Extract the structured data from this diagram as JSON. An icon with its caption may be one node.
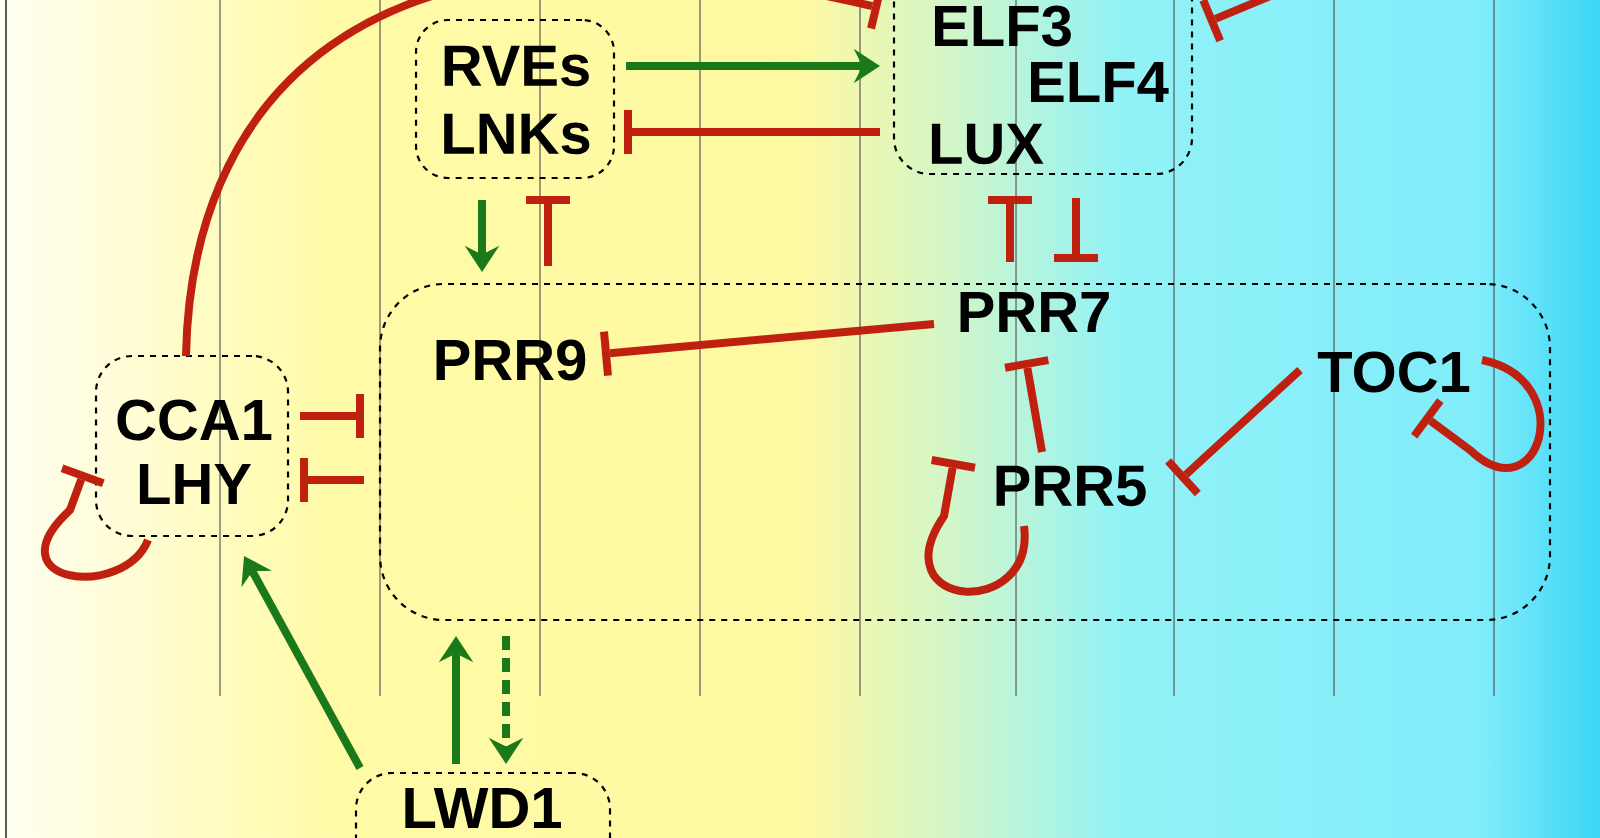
{
  "diagram": {
    "nodes": [
      {
        "text": [
          "CCA1",
          "LHY"
        ]
      },
      {
        "text": [
          "RVEs",
          "LNKs"
        ]
      },
      {
        "text": [
          "ELF3",
          "ELF4",
          "LUX"
        ]
      },
      {
        "text": [],
        "shape": "box"
      },
      {
        "text": [
          "PRR9"
        ],
        "in": 3
      },
      {
        "text": [
          "PRR7"
        ],
        "in": 3
      },
      {
        "text": [
          "PRR5"
        ],
        "in": 3
      },
      {
        "text": [
          "TOC1"
        ],
        "in": 3
      },
      {
        "text": [
          "LWD1"
        ]
      }
    ],
    "edges": [
      {
        "from": 0,
        "to": 2,
        "arrow": "other"
      },
      {
        "from": null,
        "to": 2,
        "arrow": "other"
      },
      {
        "from": 1,
        "to": 2,
        "arrow": "to",
        "color": "#1a7a1a"
      },
      {
        "from": 2,
        "to": 1,
        "arrow": "other"
      },
      {
        "from": 1,
        "to": 3,
        "arrow": "to",
        "color": "#1a7a1a"
      },
      {
        "from": 3,
        "to": 1,
        "arrow": "other"
      },
      {
        "from": 5,
        "to": 2,
        "arrow": "other"
      },
      {
        "from": 2,
        "to": 5,
        "arrow": "other"
      },
      {
        "from": 5,
        "to": 4,
        "arrow": "other"
      },
      {
        "from": 6,
        "to": 5,
        "arrow": "other"
      },
      {
        "from": 6,
        "to": 6,
        "arrow": "other"
      },
      {
        "from": 7,
        "to": 6,
        "arrow": "other"
      },
      {
        "from": 7,
        "to": 7,
        "arrow": "other"
      },
      {
        "from": 0,
        "to": 3,
        "arrow": "other"
      },
      {
        "from": 3,
        "to": 0,
        "arrow": "other"
      },
      {
        "from": 0,
        "to": 0,
        "arrow": "other"
      },
      {
        "from": 8,
        "to": 0,
        "arrow": "to",
        "color": "#1a7a1a"
      },
      {
        "from": 8,
        "to": 3,
        "arrow": "to",
        "color": "#1a7a1a"
      },
      {
        "from": 3,
        "to": 8,
        "arrow": "to",
        "color": "#1a7a1a",
        "style": "dashed"
      }
    ]
  }
}
